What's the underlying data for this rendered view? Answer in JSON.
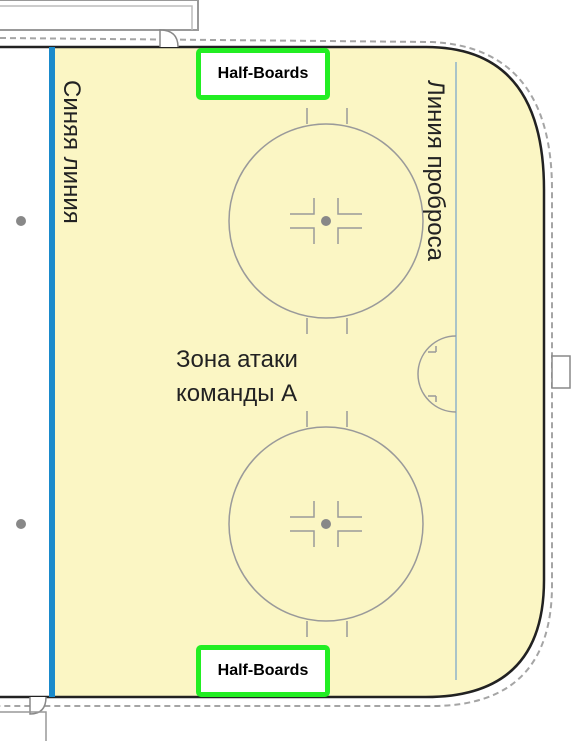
{
  "labels": {
    "blue_line": "Синяя линия",
    "icing_line": "Линия проброса",
    "zone_line1": "Зона атаки",
    "zone_line2": "команды А",
    "half_boards_top": "Half-Boards",
    "half_boards_bottom": "Half-Boards"
  },
  "colors": {
    "ice": "#fbf6c4",
    "blue_line": "#1a8acb",
    "icing_line": "#8fb3c9",
    "circle": "#9a9a9a",
    "highlight": "#22ee22"
  }
}
